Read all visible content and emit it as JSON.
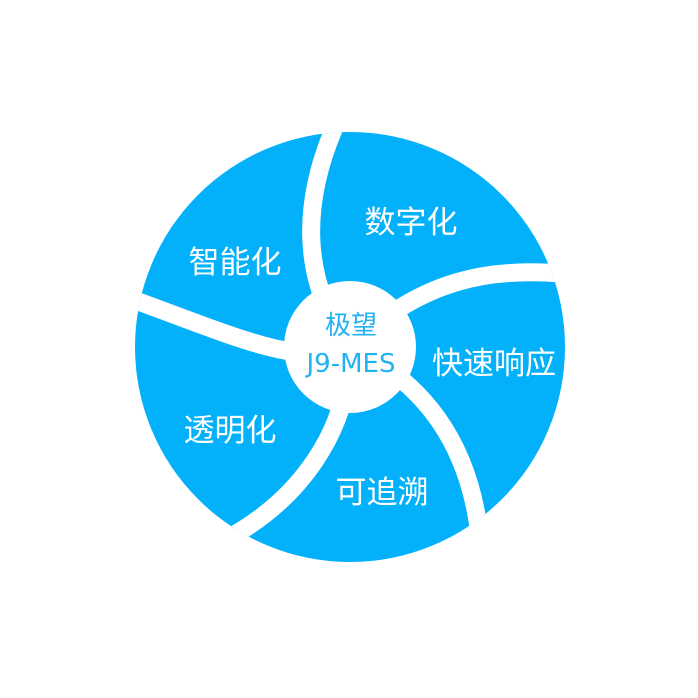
{
  "diagram": {
    "center_line1": "极望",
    "center_line2": "J9-MES",
    "segments": [
      "数字化",
      "快速响应",
      "可追溯",
      "透明化",
      "智能化"
    ]
  },
  "colors": {
    "segment_fill": "#03b1fb",
    "divider": "#ffffff",
    "center_fill": "#ffffff",
    "center_text": "#22b2f2",
    "segment_text": "#ffffff"
  }
}
